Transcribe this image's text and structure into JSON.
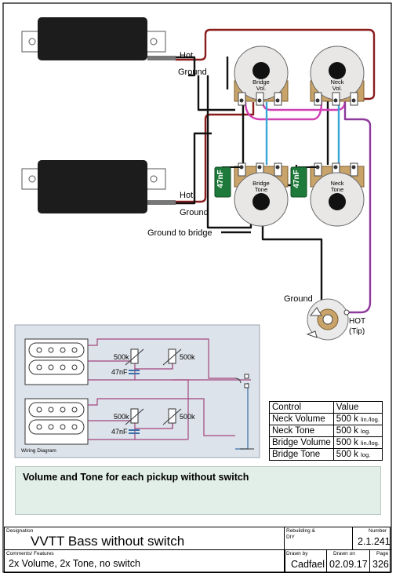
{
  "wiring": {
    "bridge_vol_label": [
      "Bridge",
      "Vol."
    ],
    "neck_vol_label": [
      "Neck",
      "Vol."
    ],
    "bridge_tone_label": [
      "Bridge",
      "Tone"
    ],
    "neck_tone_label": [
      "Neck",
      "Tone"
    ],
    "cap_left": "47nF",
    "cap_right": "47nF",
    "hot_top": "Hot",
    "ground_top": "Ground",
    "hot_bottom": "Hot",
    "ground_bottom": "Ground",
    "ground_to_bridge": "Ground to bridge",
    "jack_ground": "Ground",
    "jack_hot": "HOT",
    "jack_tip": "(Tip)"
  },
  "schematic": {
    "pot_a_top": "500k",
    "pot_b_top": "500k",
    "cap_top": "47nF",
    "pot_a_bottom": "500k",
    "pot_b_bottom": "500k",
    "cap_bottom": "47nF",
    "caption": "Wiring Diagram"
  },
  "table": {
    "headers": [
      "Control",
      "Value"
    ],
    "rows": [
      {
        "control": "Neck Volume",
        "value": "500 k",
        "taper": "lin./log."
      },
      {
        "control": "Neck Tone",
        "value": "500 k",
        "taper": "log."
      },
      {
        "control": "Bridge Volume",
        "value": "500 k",
        "taper": "lin./log."
      },
      {
        "control": "Bridge Tone",
        "value": "500 k",
        "taper": "log."
      }
    ]
  },
  "description": "Volume and Tone for each pickup without switch",
  "title_block": {
    "designation_label": "Designation",
    "designation": "VVTT Bass without switch",
    "rebuilding_label": "Rebuilding &\nDIY",
    "number_label": "Number",
    "number": "2.1.241",
    "comments_label": "Comments/ Features",
    "comments": "2x Volume, 2x Tone, no switch",
    "drawn_by_label": "Drawn by",
    "drawn_by": "Cadfael",
    "drawn_on_label": "Drawn on",
    "drawn_on": "02.09.17",
    "page_label": "Page",
    "page": "326"
  },
  "colors": {
    "pickup": "#1c1c1c",
    "wire_red": "#8a1c1c",
    "wire_magenta": "#d13fb4",
    "wire_purple": "#8e3a9c",
    "wire_blue": "#3aa6d8",
    "cap_green": "#1e7a3a",
    "pot_body": "#c9a46a",
    "schematic_bg": "#dde3ea",
    "description_bg": "#e2eee8"
  }
}
